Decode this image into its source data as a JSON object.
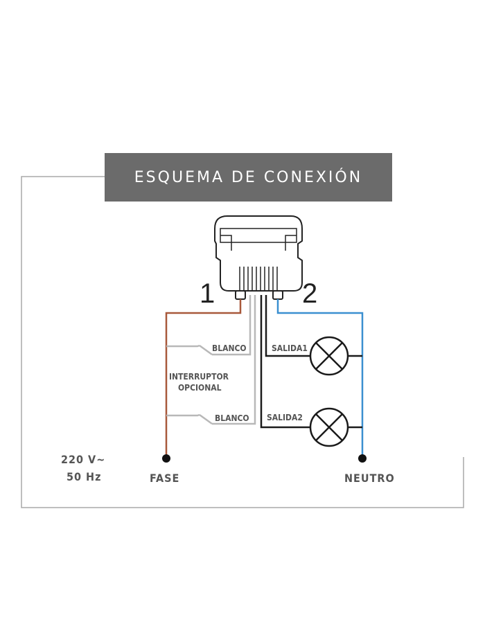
{
  "title": "ESQUEMA DE CONEXIÓN",
  "terminals": {
    "left": "1",
    "right": "2"
  },
  "switches": {
    "top": "BLANCO",
    "bottom": "BLANCO",
    "group_line1": "INTERRUPTOR",
    "group_line2": "OPCIONAL"
  },
  "outputs": {
    "first": "SALIDA1",
    "second": "SALIDA2"
  },
  "supply": {
    "voltage": "220 V~",
    "frequency": "50 Hz"
  },
  "nodes": {
    "phase": "FASE",
    "neutral": "NEUTRO"
  },
  "colors": {
    "phase_wire": "#a8583a",
    "neutral_wire": "#3a8fd0",
    "white_wire": "#b8b8b8",
    "output_wire": "#1a1a1a",
    "frame": "#a9a9a9",
    "title_bg": "#6b6b6b"
  }
}
